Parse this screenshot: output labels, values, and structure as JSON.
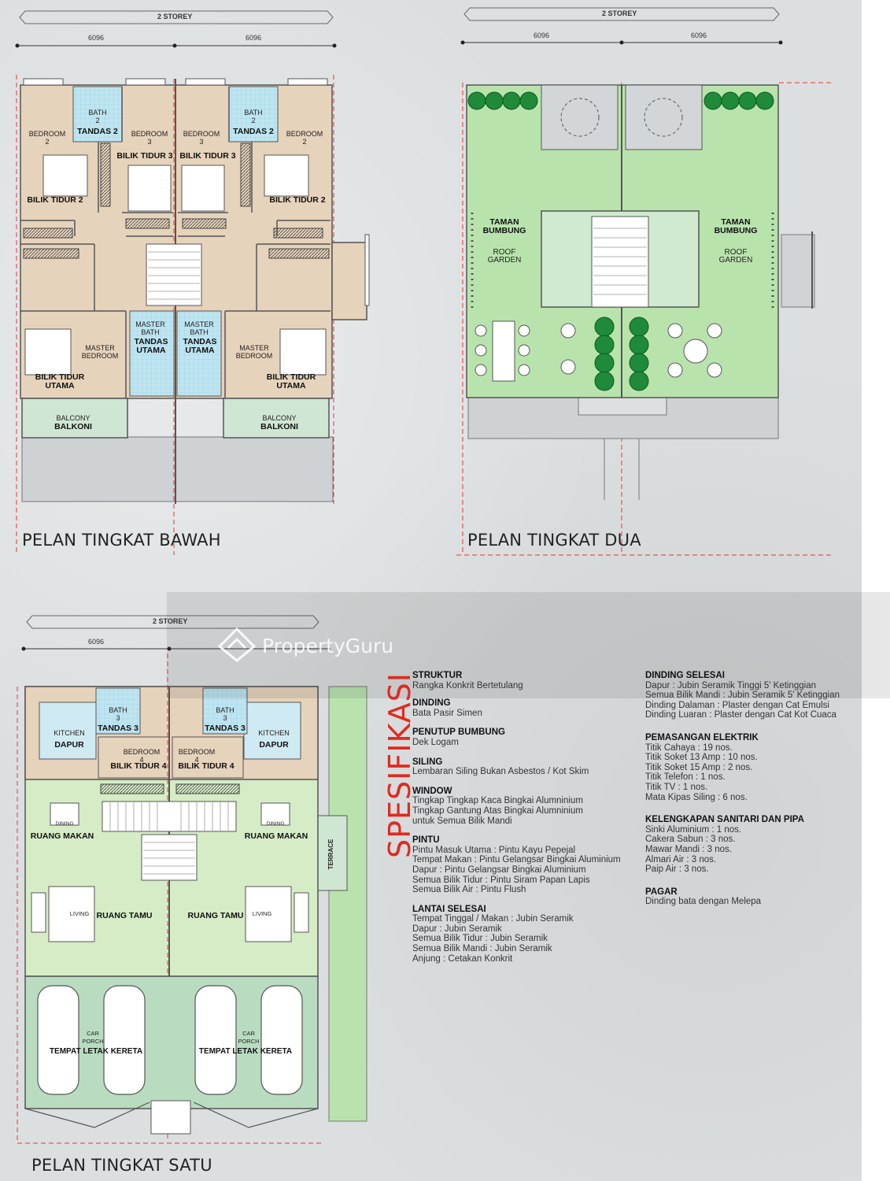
{
  "plans": {
    "ground": {
      "title": "PELAN TINGKAT BAWAH",
      "storey": "2 STOREY",
      "dims": [
        "6096",
        "6096"
      ],
      "labels": {
        "bedroom2_en": "BEDROOM\n2",
        "bedroom2_ms": "BILIK TIDUR 2",
        "bath2_en": "BATH\n2",
        "bath2_ms": "TANDAS 2",
        "bedroom3_en": "BEDROOM\n3",
        "bedroom3_ms": "BILIK TIDUR 3",
        "master_bath_en": "MASTER\nBATH",
        "master_bath_ms": "TANDAS\nUTAMA",
        "master_bed_en": "MASTER\nBEDROOM",
        "master_bed_ms": "BILIK TIDUR\nUTAMA",
        "balcony_en": "BALCONY",
        "balcony_ms": "BALKONI"
      }
    },
    "second": {
      "title": "PELAN TINGKAT DUA",
      "storey": "2 STOREY",
      "dims": [
        "6096",
        "6096"
      ],
      "labels": {
        "roof_garden_ms": "TAMAN\nBUMBUNG",
        "roof_garden_en": "ROOF\nGARDEN"
      }
    },
    "first": {
      "title": "PELAN TINGKAT SATU",
      "storey": "2 STOREY",
      "dims": [
        "6096"
      ],
      "labels": {
        "kitchen_en": "KITCHEN",
        "kitchen_ms": "DAPUR",
        "bath3_en": "BATH\n3",
        "bath3_ms": "TANDAS 3",
        "bedroom4_en": "BEDROOM\n4",
        "bedroom4_ms": "BILIK TIDUR 4",
        "dining_en": "DINING",
        "dining_ms": "RUANG MAKAN",
        "living_en": "LIVING",
        "living_ms": "RUANG TAMU",
        "terrace": "TERRACE",
        "carporch_en": "CAR\nPORCH",
        "carporch_ms": "TEMPAT LETAK KERETA"
      }
    }
  },
  "watermark": "PropertyGuru",
  "spec_title": "SPESIFIKASI",
  "spec_left": [
    {
      "h": "STRUKTUR",
      "lines": [
        "Rangka Konkrit Bertetulang"
      ]
    },
    {
      "h": "DINDING",
      "lines": [
        "Bata Pasir Simen"
      ]
    },
    {
      "h": "PENUTUP BUMBUNG",
      "lines": [
        "Dek Logam"
      ]
    },
    {
      "h": "SILING",
      "lines": [
        "Lembaran Siling Bukan Asbestos / Kot Skim"
      ]
    },
    {
      "h": "WINDOW",
      "lines": [
        "Tingkap Tingkap Kaca Bingkai Alumninium",
        "Tingkap Gantung Atas Bingkai Alumninium",
        "untuk Semua Bilik Mandi"
      ]
    },
    {
      "h": "PINTU",
      "lines": [
        "Pintu Masuk Utama : Pintu Kayu Pepejal",
        "Tempat Makan : Pintu Gelangsar Bingkai Aluminium",
        "Dapur : Pintu Gelangsar Bingkai Aluminium",
        "Semua Bilik Tidur : Pintu Siram Papan Lapis",
        "Semua Bilik Air : Pintu Flush"
      ]
    },
    {
      "h": "LANTAI SELESAI",
      "lines": [
        "Tempat Tinggal / Makan : Jubin Seramik",
        "Dapur : Jubin Seramik",
        "Semua Bilik Tidur : Jubin Seramik",
        "Semua Bilik Mandi : Jubin Seramik",
        "Anjung : Cetakan Konkrit"
      ]
    }
  ],
  "spec_right": [
    {
      "h": "DINDING SELESAI",
      "lines": [
        "Dapur : Jubin Seramik Tinggi 5' Ketinggian",
        "Semua Bilik Mandi : Jubin Seramik 5' Ketinggian",
        "Dinding Dalaman : Plaster dengan Cat Emulsi",
        "Dinding Luaran : Plaster dengan Cat Kot Cuaca"
      ]
    },
    {
      "h": "PEMASANGAN ELEKTRIK",
      "lines": [
        "Titik Cahaya : 19 nos.",
        "Titik Soket 13 Amp : 10 nos.",
        "Titik Soket 15 Amp : 2 nos.",
        "Titik Telefon : 1 nos.",
        "Titik TV : 1 nos.",
        "Mata Kipas Siling : 6 nos."
      ]
    },
    {
      "h": "KELENGKAPAN SANITARI DAN PIPA",
      "lines": [
        "Sinki Aluminium : 1 nos.",
        "Cakera Sabun : 3 nos.",
        "Mawar Mandi : 3 nos.",
        "Almari Air : 3 nos.",
        "Paip Air : 3 nos."
      ]
    },
    {
      "h": "PAGAR",
      "lines": [
        "Dinding bata dengan Melepa"
      ]
    }
  ]
}
